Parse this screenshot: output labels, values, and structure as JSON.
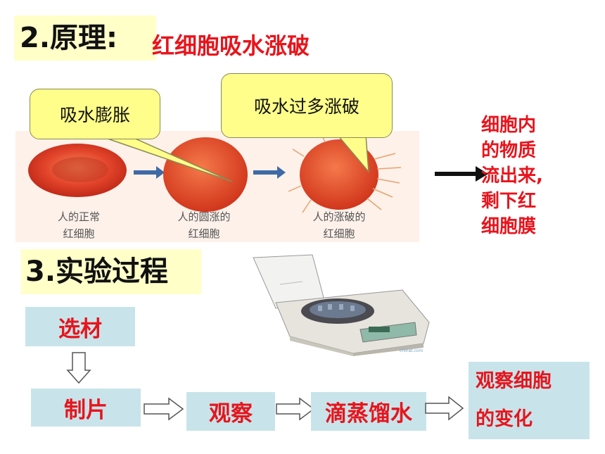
{
  "section2": {
    "heading": "2.原理:",
    "subtitle": "红细胞吸水涨破"
  },
  "callouts": {
    "swell": "吸水膨胀",
    "burst": "吸水过多涨破"
  },
  "cells": [
    {
      "line1": "人的正常",
      "line2": "红细胞"
    },
    {
      "line1": "人的圆涨的",
      "line2": "红细胞"
    },
    {
      "line1": "人的涨破的",
      "line2": "红细胞"
    }
  ],
  "side_note": {
    "lines": [
      "细胞内",
      "的物质",
      "流出来,",
      "剩下红",
      "细胞膜"
    ]
  },
  "section3": {
    "heading": "3.实验过程"
  },
  "flow": {
    "select": "选材",
    "prepare": "制片",
    "observe": "观察",
    "drip": "滴蒸馏水",
    "result_line1": "观察细胞",
    "result_line2": "的变化"
  },
  "colors": {
    "accent_red": "#e8141c",
    "box_blue": "#c8e4ea",
    "heading_bg": "#ffffc8",
    "callout_bg": "#fffe8a"
  }
}
